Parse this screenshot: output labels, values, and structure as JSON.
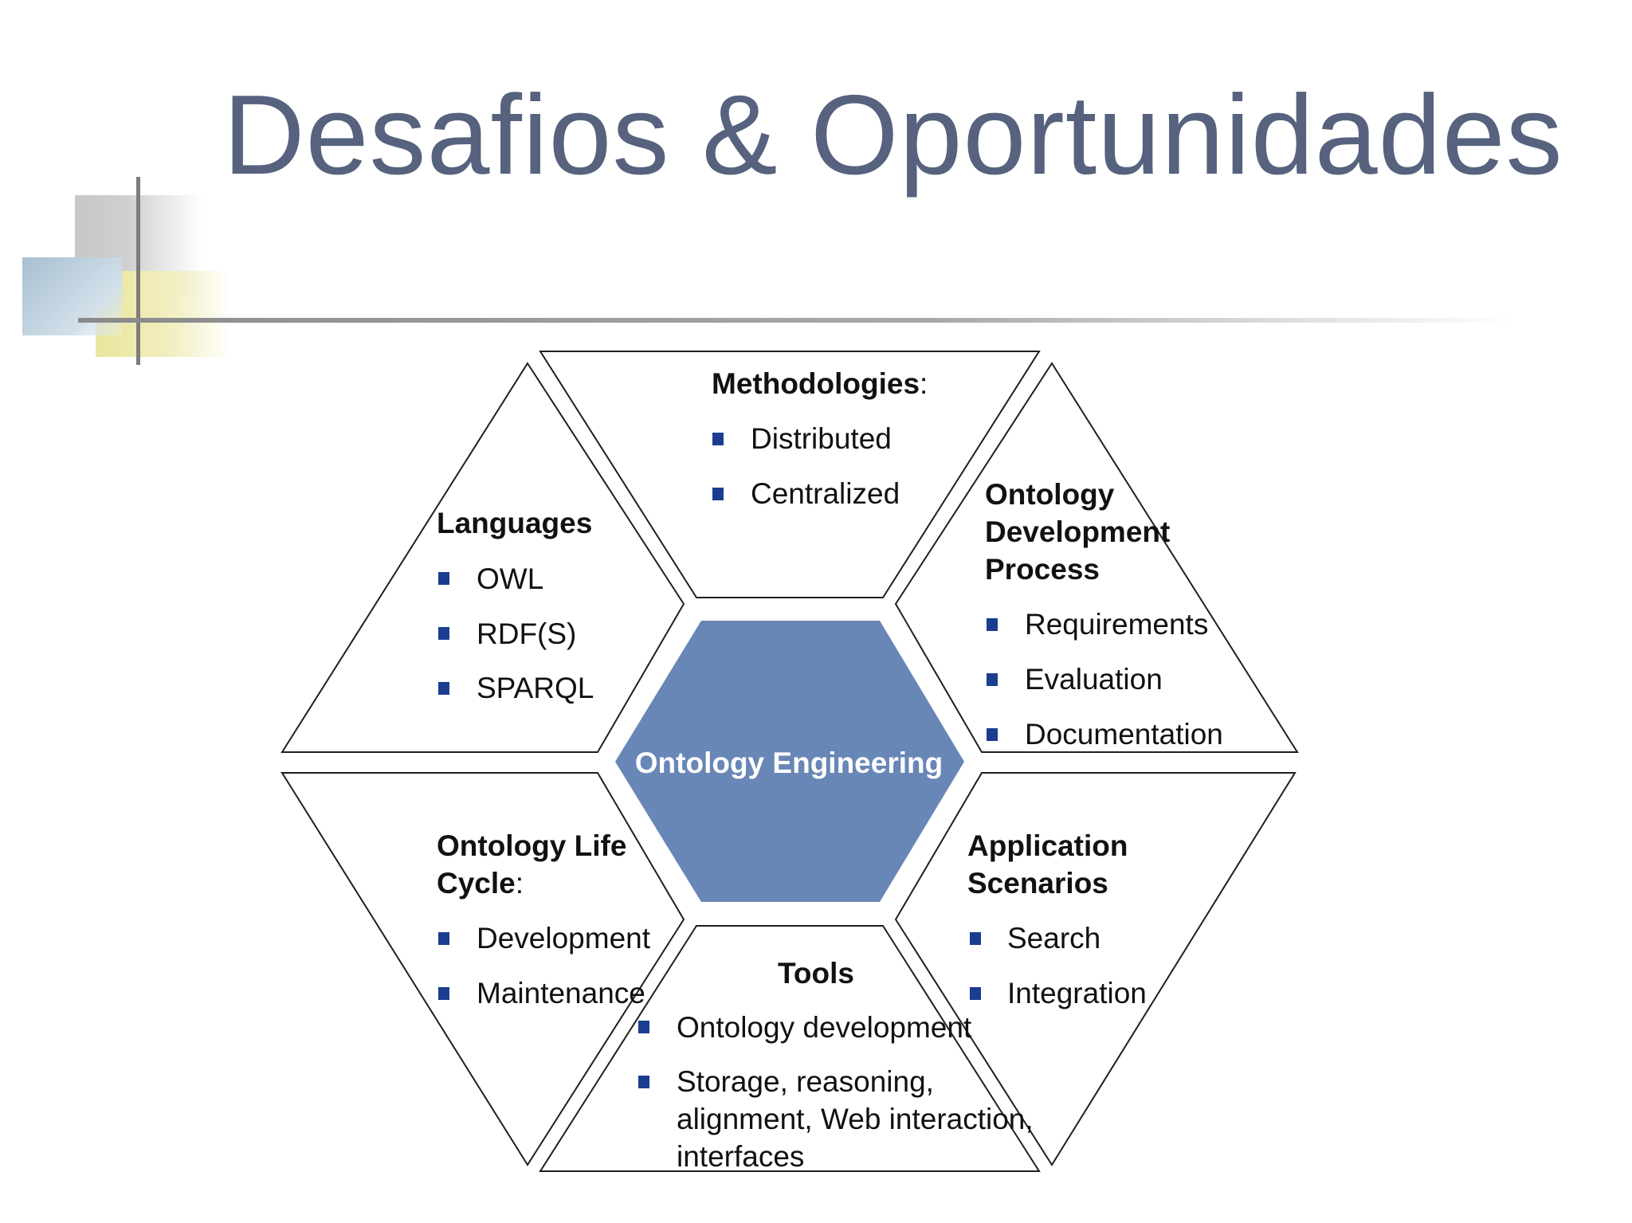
{
  "title": "Desafios & Oportunidades",
  "colors": {
    "title": "#56627e",
    "center_fill": "#6886b6",
    "bullet": "#1a3d8f",
    "outline": "#1f1f1f"
  },
  "center": {
    "label": "Ontology Engineering"
  },
  "segments": {
    "methodologies": {
      "heading": "Methodologies",
      "suffix": ":",
      "items": [
        "Distributed",
        "Centralized"
      ]
    },
    "languages": {
      "heading": "Languages",
      "items": [
        "OWL",
        "RDF(S)",
        "SPARQL"
      ]
    },
    "dev_process": {
      "heading_lines": [
        "Ontology",
        "Development",
        "Process"
      ],
      "items": [
        "Requirements",
        "Evaluation",
        "Documentation"
      ]
    },
    "life_cycle": {
      "heading_lines": [
        "Ontology Life",
        "Cycle"
      ],
      "suffix": ":",
      "items": [
        "Development",
        "Maintenance"
      ]
    },
    "tools": {
      "heading": "Tools",
      "items": [
        "Ontology development"
      ],
      "multi_item_lines": [
        "Storage, reasoning,",
        "alignment, Web interaction,",
        "interfaces"
      ]
    },
    "scenarios": {
      "heading_lines": [
        "Application",
        "Scenarios"
      ],
      "items": [
        "Search",
        "Integration"
      ]
    }
  }
}
